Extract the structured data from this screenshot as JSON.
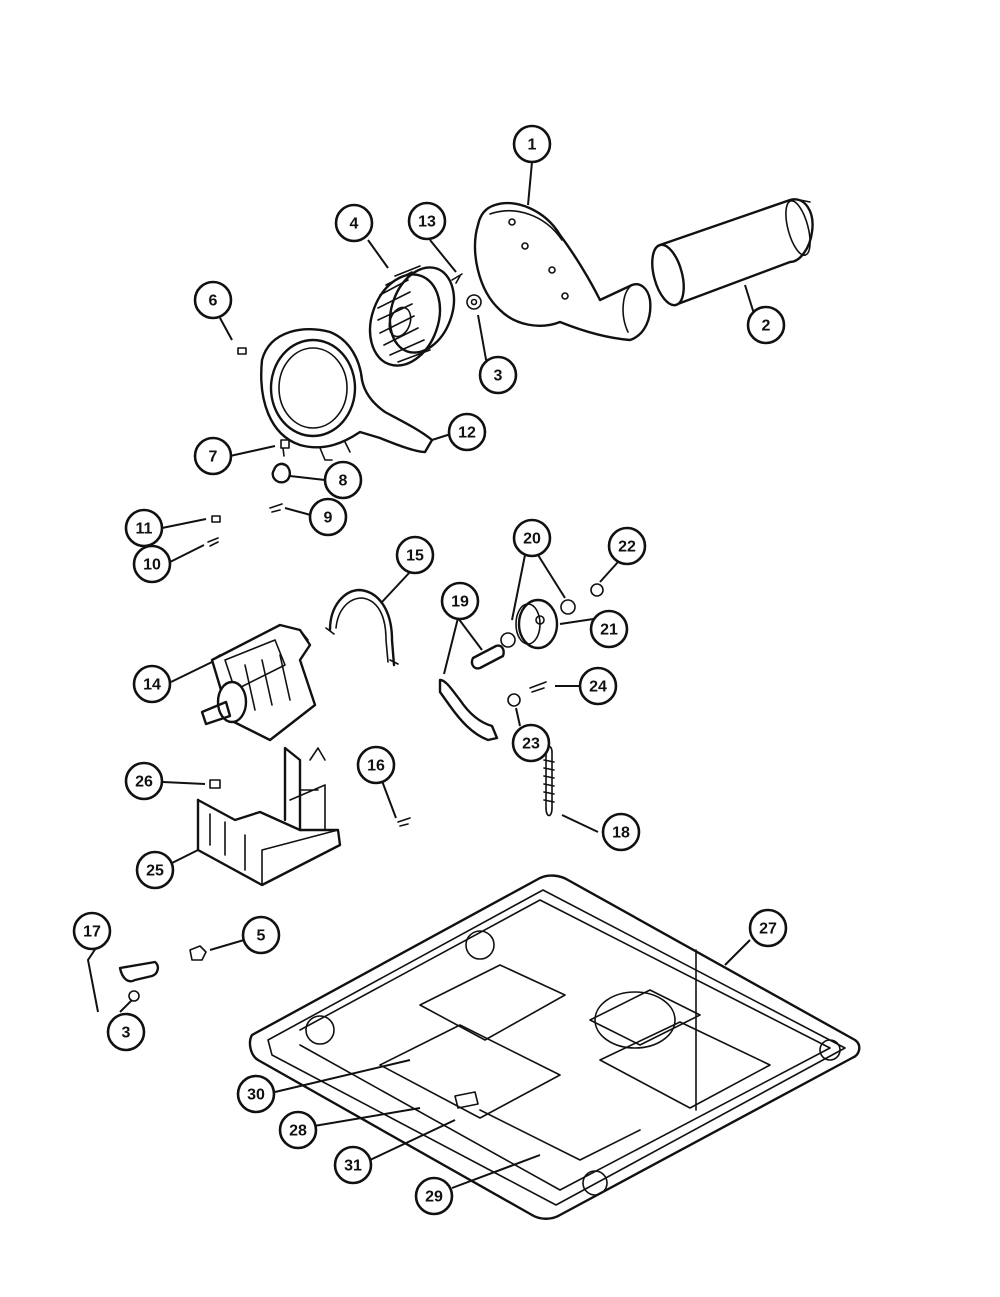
{
  "callouts": [
    {
      "id": "c1",
      "label": "1"
    },
    {
      "id": "c2",
      "label": "2"
    },
    {
      "id": "c3a",
      "label": "3"
    },
    {
      "id": "c3b",
      "label": "3"
    },
    {
      "id": "c4",
      "label": "4"
    },
    {
      "id": "c5",
      "label": "5"
    },
    {
      "id": "c6",
      "label": "6"
    },
    {
      "id": "c7",
      "label": "7"
    },
    {
      "id": "c8",
      "label": "8"
    },
    {
      "id": "c9",
      "label": "9"
    },
    {
      "id": "c10",
      "label": "10"
    },
    {
      "id": "c11",
      "label": "11"
    },
    {
      "id": "c12",
      "label": "12"
    },
    {
      "id": "c13",
      "label": "13"
    },
    {
      "id": "c14",
      "label": "14"
    },
    {
      "id": "c15",
      "label": "15"
    },
    {
      "id": "c16",
      "label": "16"
    },
    {
      "id": "c17",
      "label": "17"
    },
    {
      "id": "c18",
      "label": "18"
    },
    {
      "id": "c19",
      "label": "19"
    },
    {
      "id": "c20",
      "label": "20"
    },
    {
      "id": "c21",
      "label": "21"
    },
    {
      "id": "c22",
      "label": "22"
    },
    {
      "id": "c23",
      "label": "23"
    },
    {
      "id": "c24",
      "label": "24"
    },
    {
      "id": "c25",
      "label": "25"
    },
    {
      "id": "c26",
      "label": "26"
    },
    {
      "id": "c27",
      "label": "27"
    },
    {
      "id": "c28",
      "label": "28"
    },
    {
      "id": "c29",
      "label": "29"
    },
    {
      "id": "c30",
      "label": "30"
    },
    {
      "id": "c31",
      "label": "31"
    }
  ]
}
